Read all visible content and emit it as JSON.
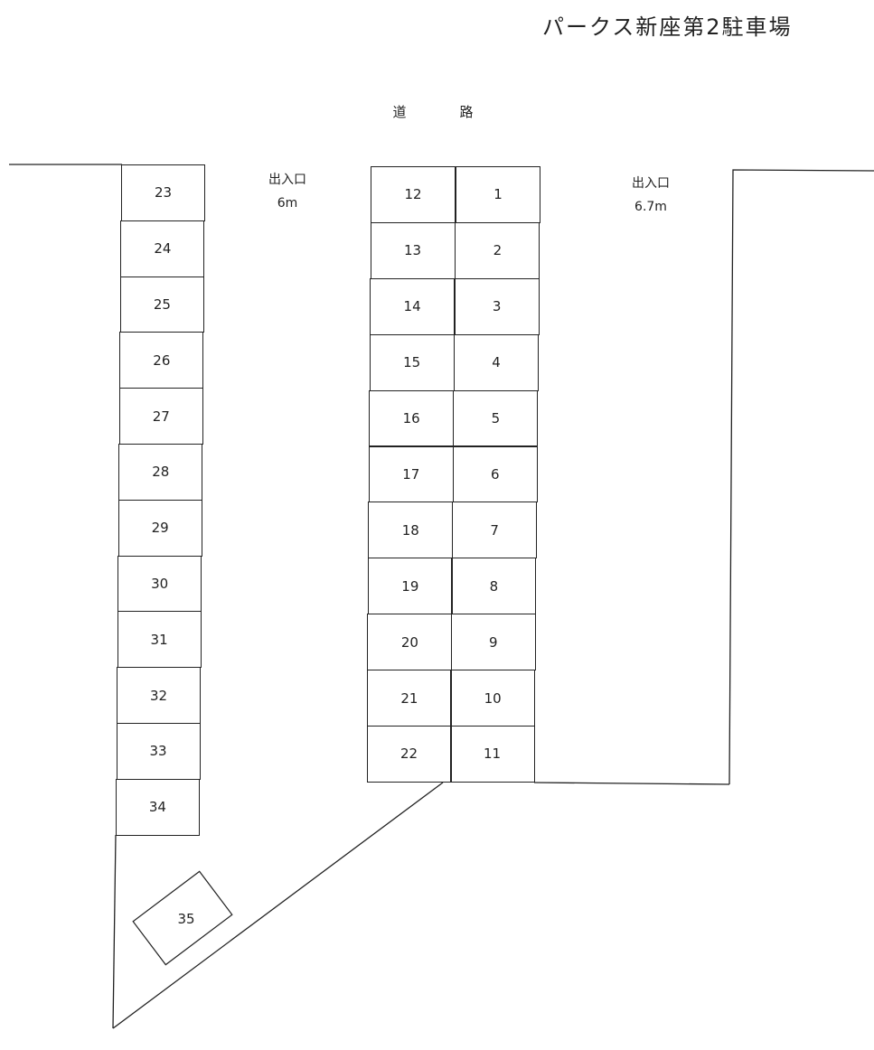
{
  "title": "パークス新座第2駐車場",
  "road_label": "道　路",
  "entrances": [
    {
      "label": "出入口",
      "width": "6m"
    },
    {
      "label": "出入口",
      "width": "6.7m"
    }
  ],
  "spaces": {
    "left_column": [
      "23",
      "24",
      "25",
      "26",
      "27",
      "28",
      "29",
      "30",
      "31",
      "32",
      "33",
      "34"
    ],
    "center_left_column": [
      "12",
      "13",
      "14",
      "15",
      "16",
      "17",
      "18",
      "19",
      "20",
      "21",
      "22"
    ],
    "center_right_column": [
      "1",
      "2",
      "3",
      "4",
      "5",
      "6",
      "7",
      "8",
      "9",
      "10",
      "11"
    ],
    "angled": "35"
  },
  "line_color": "#222222"
}
